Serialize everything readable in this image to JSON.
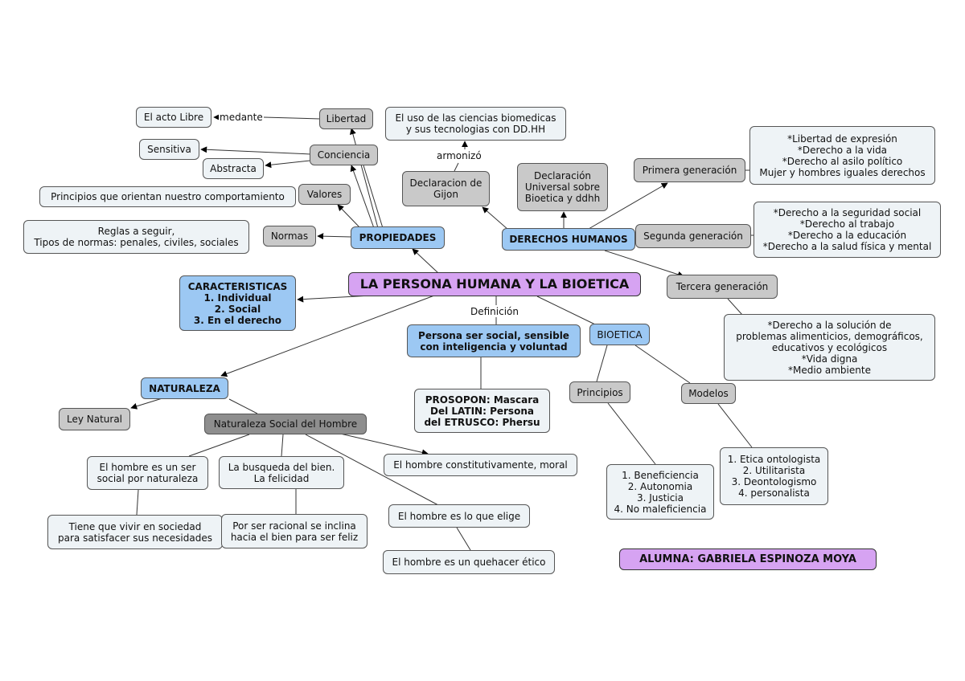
{
  "colors": {
    "main": "#d6a3f2",
    "blue": "#9cc8f3",
    "gray": "#c9c9c9",
    "dark_gray": "#8e8e8e",
    "light": "#eef3f6"
  },
  "nodes": {
    "main": "LA PERSONA HUMANA Y LA BIOETICA",
    "propiedades": "PROPIEDADES",
    "derechos": "DERECHOS HUMANOS",
    "caracteristicas": "CARACTERISTICAS\n1. Individual\n2. Social\n3. En el derecho",
    "naturaleza": "NATURALEZA",
    "bioetica": "BIOETICA",
    "persona_def": "Persona ser social, sensible\ncon inteligencia y voluntad",
    "prosopon": "PROSOPON: Mascara\nDel LATIN: Persona\ndel ETRUSCO: Phersu",
    "libertad": "Libertad",
    "acto_libre": "El acto Libre",
    "conciencia": "Conciencia",
    "sensitiva": "Sensitiva",
    "abstracta": "Abstracta",
    "valores": "Valores",
    "principios_comp": "Principios que orientan nuestro comportamiento",
    "normas": "Normas",
    "reglas": "Reglas a seguir,\nTipos de normas: penales, civiles, sociales",
    "uso_ciencias": "El uso de las ciencias biomedicas\ny sus tecnologias con DD.HH",
    "gijon": "Declaracion de\nGijon",
    "declaracion_univ": "Declaración\nUniversal sobre\nBioetica y ddhh",
    "primera": "Primera generación",
    "primera_list": "*Libertad de expresión\n*Derecho a la vida\n*Derecho al asilo político\nMujer y hombres iguales derechos",
    "segunda": "Segunda generación",
    "segunda_list": "*Derecho a la seguridad social\n*Derecho al trabajo\n*Derecho a la educación\n*Derecho a la salud física y mental",
    "tercera": "Tercera generación",
    "tercera_list": "*Derecho a la solución de\nproblemas alimenticios, demográficos,\neducativos y ecológicos\n*Vida digna\n*Medio ambiente",
    "principios": "Principios",
    "principios_list": "1. Beneficiencia\n2. Autonomia\n3. Justicia\n4. No maleficiencia",
    "modelos": "Modelos",
    "modelos_list": "1. Etica ontologista\n2. Utilitarista\n3. Deontologismo\n4. personalista",
    "ley_natural": "Ley Natural",
    "nat_social": "Naturaleza Social del Hombre",
    "ser_social": "El hombre es un ser\nsocial por naturaleza",
    "vivir_sociedad": "Tiene que vivir en sociedad\npara satisfacer sus necesidades",
    "busqueda": "La busqueda del bien.\nLa felicidad",
    "racional": "Por ser racional se inclina\nhacia el bien para ser feliz",
    "moral": "El hombre constitutivamente, moral",
    "elige": "El hombre es lo que elige",
    "quehacer": "El hombre es un quehacer ético",
    "alumna": "ALUMNA: GABRIELA ESPINOZA MOYA"
  },
  "labels": {
    "medante": "medante",
    "armonizo": "armonizó",
    "definicion": "Definición"
  }
}
